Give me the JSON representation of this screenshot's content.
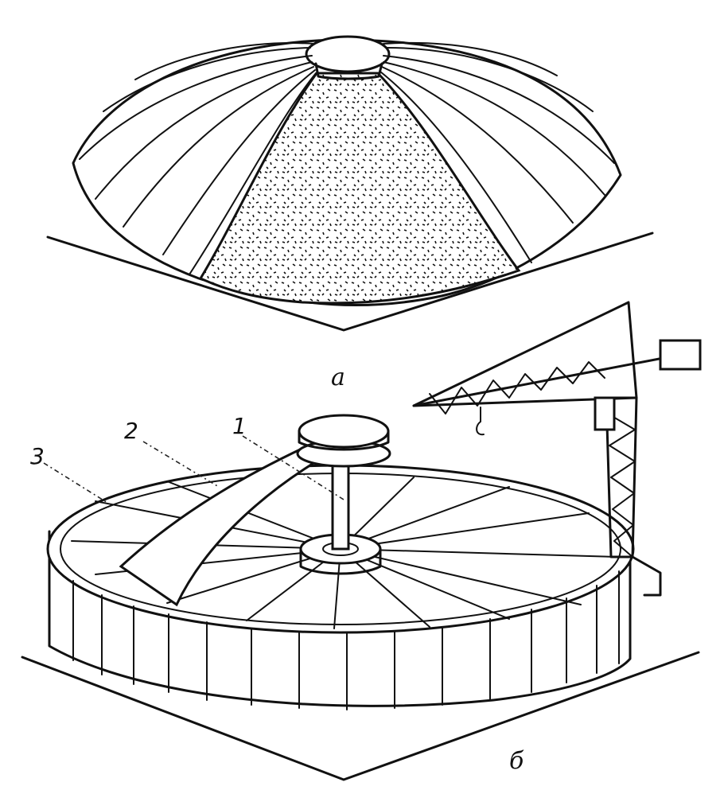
{
  "figure": {
    "part_a_label": "a",
    "part_b_label": "б",
    "callouts": [
      "1",
      "2",
      "3"
    ],
    "ink_color": "#111111",
    "paper_color": "#ffffff"
  }
}
